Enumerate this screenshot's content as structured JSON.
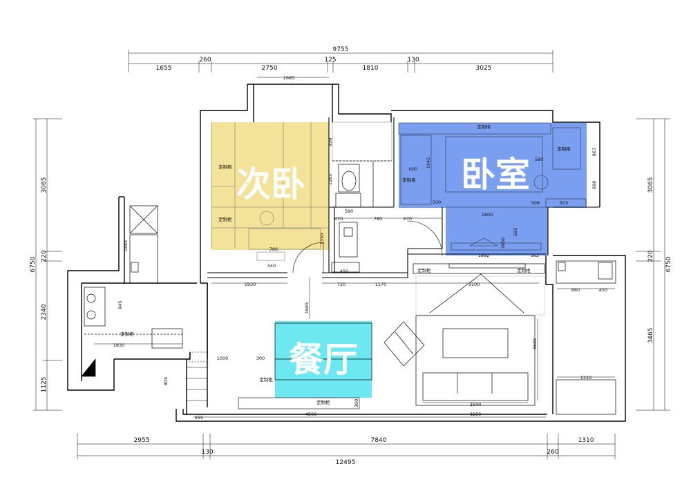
{
  "dims_top_total": "9755",
  "dims_top": [
    "1655",
    "260",
    "2750",
    "125",
    "1810",
    "130",
    "3025"
  ],
  "dims_bottom_total": "12495",
  "dims_bottom": [
    "2955",
    "7840",
    "1310"
  ],
  "dims_bottom_sub": [
    "130",
    "260"
  ],
  "dims_left": [
    "3065",
    "220",
    "2340",
    "1125"
  ],
  "dims_left_total": "6750",
  "dims_right": [
    "3065",
    "220",
    "3465"
  ],
  "dims_right_total": "6750",
  "rooms": {
    "second_bedroom": "次卧",
    "master_bedroom": "卧室",
    "dining": "餐厅"
  },
  "room_colors": {
    "second_bedroom": "#f2e08e",
    "master_bedroom": "#6f97f0",
    "dining": "#5ee6ee"
  },
  "inner_labels": {
    "custom_cabinet": "定制柜",
    "balcony_top": "1685",
    "bedroom_door_w": "780",
    "bedroom_wall_1": "340",
    "bedroom_bottom": "1830",
    "bath_top": "950",
    "bath_s1": "580",
    "bath_s2": "670",
    "bath_s3": "780",
    "bath_s4": "670",
    "bath_b1": "450",
    "bath_b2": "720",
    "bath_b3": "1170",
    "living_w": "3100",
    "living_h": "3685",
    "sofa_w": "2500",
    "corr_h": "1665",
    "kitchen_w": "1830",
    "kitchen_h": "945",
    "kitchen_v": "1885",
    "master_1945": "1945",
    "master_600": "600",
    "master_500": "500",
    "master_1800": "1800",
    "master_580": "580",
    "master_508": "508",
    "master_503": "503",
    "master_863": "863",
    "master_688": "688",
    "master_1892": "1892",
    "master_562": "562",
    "master_585": "585",
    "master_2850": "2850",
    "balcony_860": "860",
    "balcony_450": "450",
    "balcony_1310": "1310",
    "stair_1000": "1000",
    "stair_300": "300",
    "stair_805": "805",
    "stair_555": "555",
    "bottom_4590": "4590",
    "bottom_3250": "3250",
    "bottom_300": "300",
    "bed2_1350": "1350",
    "bath_1265": "1265"
  }
}
